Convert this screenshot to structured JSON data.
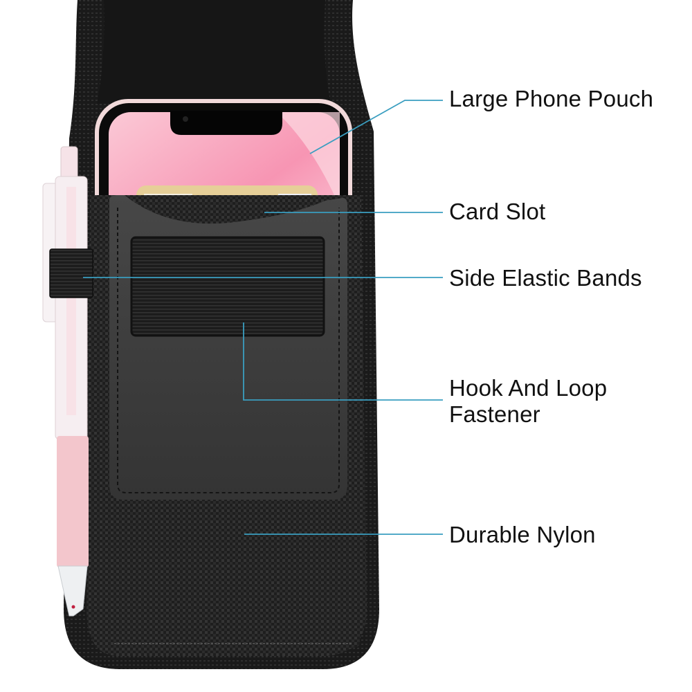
{
  "image": {
    "subject": "Phone holster pouch with pen holder",
    "background": "#ffffff",
    "callout_color": "#3a9ec0"
  },
  "callouts": [
    {
      "id": "large-phone-pouch",
      "label": "Large Phone Pouch"
    },
    {
      "id": "card-slot",
      "label": "Card Slot"
    },
    {
      "id": "side-elastic-bands",
      "label": "Side Elastic Bands"
    },
    {
      "id": "hook-and-loop-fastener",
      "label": "Hook And Loop\nFastener"
    },
    {
      "id": "durable-nylon",
      "label": "Durable Nylon"
    }
  ],
  "colors": {
    "nylon": "#1c1c1c",
    "nylon_edge": "#2a2a2a",
    "leather": "#3a3a3a",
    "velcro": "#232323",
    "phone_frame": "#f1d9da",
    "screen_pink": "#f7a9c0",
    "screen_light": "#fbd0dc",
    "card": "#e6cf98",
    "pen_pink": "#f3c6cc",
    "pen_clear": "#f4eef0"
  }
}
